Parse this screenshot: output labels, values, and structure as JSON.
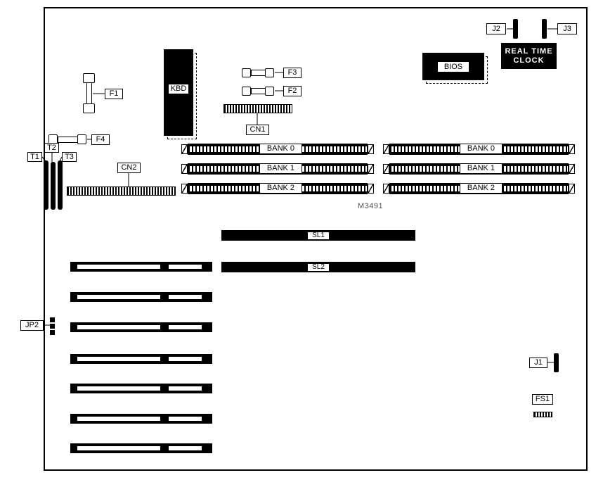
{
  "board": {
    "part_number": "M3491",
    "chips": {
      "bios": "BIOS",
      "rtc_line1": "REAL TIME",
      "rtc_line2": "CLOCK",
      "kbd": "KBD"
    },
    "connectors": {
      "j1": "J1",
      "j2": "J2",
      "j3": "J3",
      "jp2": "JP2",
      "cn1": "CN1",
      "cn2": "CN2",
      "fs1": "FS1",
      "t1": "T1",
      "t2": "T2",
      "t3": "T3"
    },
    "fuses": {
      "f1": "F1",
      "f2": "F2",
      "f3": "F3",
      "f4": "F4"
    },
    "memory": {
      "left_banks": [
        "BANK 0",
        "BANK 1",
        "BANK 2"
      ],
      "right_banks": [
        "BANK 0",
        "BANK 1",
        "BANK 2"
      ]
    },
    "slots": {
      "sl1": "SL1",
      "sl2": "SL2"
    },
    "colors": {
      "ink": "#000000",
      "background": "#ffffff"
    }
  }
}
